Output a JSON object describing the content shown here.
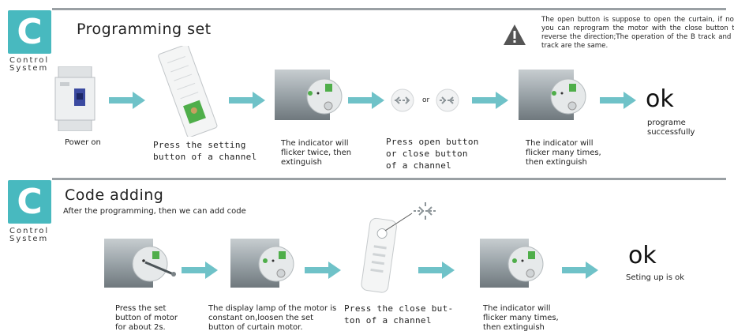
{
  "colors": {
    "accent": "#48b9bf",
    "arrow": "#6fc2c8",
    "header_line": "#9aa0a4",
    "motor": "#9aa3a8"
  },
  "logo": {
    "letter": "C",
    "line1": "Control",
    "line2": "System"
  },
  "section1": {
    "title": "Programming set",
    "notice": "The open button is suppose to open the curtain, if not, you can reprogram the motor with the close button to reverse the direction;The operation of the B track and A track are the same.",
    "notice_icon": "warning-icon",
    "steps": [
      {
        "caption": "Power on",
        "icon": "breaker-icon"
      },
      {
        "caption": "Press the setting\nbutton of a channel",
        "icon": "remote-setting-icon"
      },
      {
        "caption": "The indicator will\nflicker twice, then\nextinguish",
        "icon": "motor-icon"
      },
      {
        "caption": "Press open button\nor close button\nof a channel",
        "icon": "open-close-buttons-icon",
        "or_label": "or"
      },
      {
        "caption": "The indicator will\nflicker many times,\nthen extinguish",
        "icon": "motor-icon"
      },
      {
        "ok": "ok",
        "caption": "programe\nsuccessfully"
      }
    ]
  },
  "section2": {
    "title": "Code adding",
    "subtitle": "After the programming, then we can add code",
    "steps": [
      {
        "caption": "Press the set\nbutton of motor\nfor about 2s.",
        "icon": "motor-with-pin-icon"
      },
      {
        "caption": "The display lamp of the motor is\nconstant on,loosen the set\nbutton of curtain motor.",
        "icon": "motor-icon"
      },
      {
        "caption": "Press the close but-\nton of a channel",
        "icon": "remote-icon"
      },
      {
        "caption": "The indicator will\nflicker many times,\nthen extinguish",
        "icon": "motor-icon"
      },
      {
        "ok": "ok",
        "caption": "Seting up is ok"
      }
    ]
  }
}
